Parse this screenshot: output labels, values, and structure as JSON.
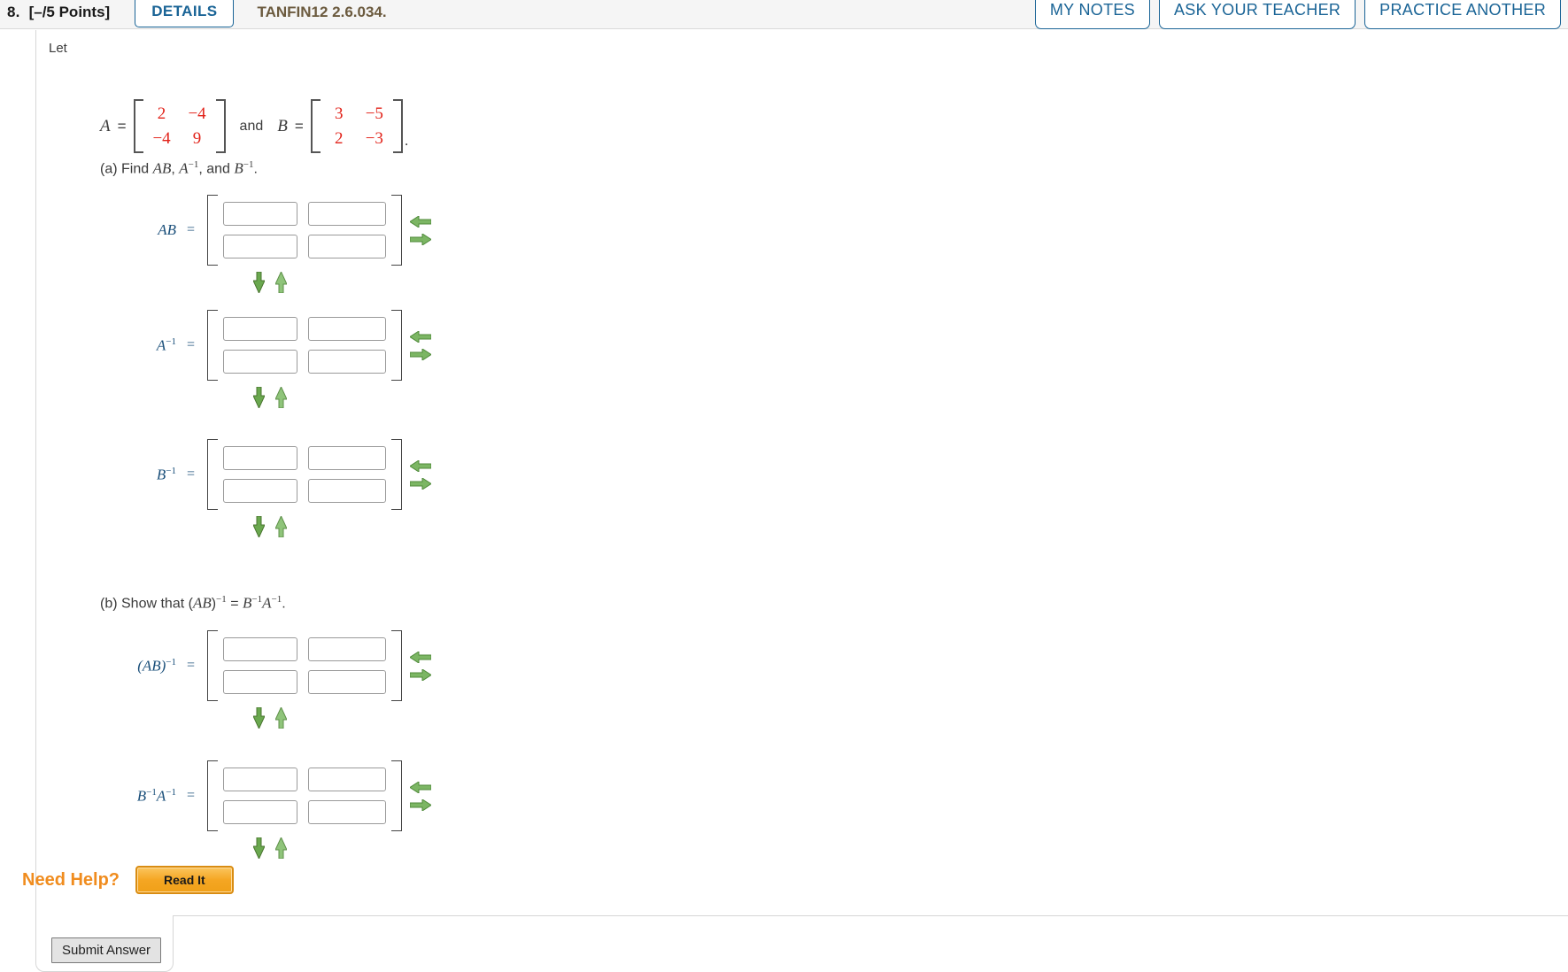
{
  "header": {
    "question_number": "8.",
    "points": "[–/5 Points]",
    "details_label": "DETAILS",
    "question_code": "TANFIN12 2.6.034.",
    "buttons": [
      {
        "label": "MY NOTES"
      },
      {
        "label": "ASK YOUR TEACHER"
      },
      {
        "label": "PRACTICE ANOTHER"
      }
    ]
  },
  "question": {
    "let_text": "Let",
    "matrix_a": {
      "name": "A",
      "rows": [
        [
          "2",
          "−4"
        ],
        [
          "−4",
          "9"
        ]
      ]
    },
    "and_word": "and",
    "matrix_b": {
      "name": "B",
      "rows": [
        [
          "3",
          "−5"
        ],
        [
          "2",
          "−3"
        ]
      ]
    },
    "trailing_period": ".",
    "part_a": {
      "prefix": "(a) Find ",
      "item1": "AB",
      "sep1": ", ",
      "item2_base": "A",
      "item2_exp": "−1",
      "sep2": ", and ",
      "item3_base": "B",
      "item3_exp": "−1",
      "suffix": "."
    },
    "part_b": {
      "prefix": "(b) Show that (",
      "ab": "AB",
      "close_exp": "−1",
      "equals": " = ",
      "rhs_b": "B",
      "rhs_b_exp": "−1",
      "rhs_a": "A",
      "rhs_a_exp": "−1",
      "suffix": "."
    }
  },
  "answers": [
    {
      "id": "ab",
      "label_base": "AB",
      "label_exp": "",
      "equals": "=",
      "cells": [
        [
          "",
          ""
        ],
        [
          "",
          ""
        ]
      ],
      "arrows": {
        "remove_column": "left-arrow-icon",
        "add_column": "right-arrow-icon",
        "remove_row": "down-arrow-icon",
        "add_row": "up-arrow-icon"
      }
    },
    {
      "id": "a-inverse",
      "label_base": "A",
      "label_exp": "−1",
      "equals": "=",
      "cells": [
        [
          "",
          ""
        ],
        [
          "",
          ""
        ]
      ],
      "arrows": {
        "remove_column": "left-arrow-icon",
        "add_column": "right-arrow-icon",
        "remove_row": "down-arrow-icon",
        "add_row": "up-arrow-icon"
      }
    },
    {
      "id": "b-inverse",
      "label_base": "B",
      "label_exp": "−1",
      "equals": "=",
      "cells": [
        [
          "",
          ""
        ],
        [
          "",
          ""
        ]
      ],
      "arrows": {
        "remove_column": "left-arrow-icon",
        "add_column": "right-arrow-icon",
        "remove_row": "down-arrow-icon",
        "add_row": "up-arrow-icon"
      }
    },
    {
      "id": "ab-inverse",
      "label_base": "(AB)",
      "label_exp": "−1",
      "equals": "=",
      "cells": [
        [
          "",
          ""
        ],
        [
          "",
          ""
        ]
      ],
      "arrows": {
        "remove_column": "left-arrow-icon",
        "add_column": "right-arrow-icon",
        "remove_row": "down-arrow-icon",
        "add_row": "up-arrow-icon"
      }
    },
    {
      "id": "b-inverse-a-inverse",
      "label_base": "B",
      "label_exp": "−1",
      "label_base2": "A",
      "label_exp2": "−1",
      "equals": "=",
      "cells": [
        [
          "",
          ""
        ],
        [
          "",
          ""
        ]
      ],
      "arrows": {
        "remove_column": "left-arrow-icon",
        "add_column": "right-arrow-icon",
        "remove_row": "down-arrow-icon",
        "add_row": "up-arrow-icon"
      }
    }
  ],
  "help": {
    "need_help_text": "Need Help?",
    "read_it_label": "Read It"
  },
  "footer": {
    "submit_label": "Submit Answer"
  },
  "colors": {
    "matrix_value": "#e2231a",
    "link_blue": "#1a6496",
    "label_blue": "#1a4f7a",
    "help_orange": "#f08c1e",
    "arrow_green": "#6aa84f"
  }
}
